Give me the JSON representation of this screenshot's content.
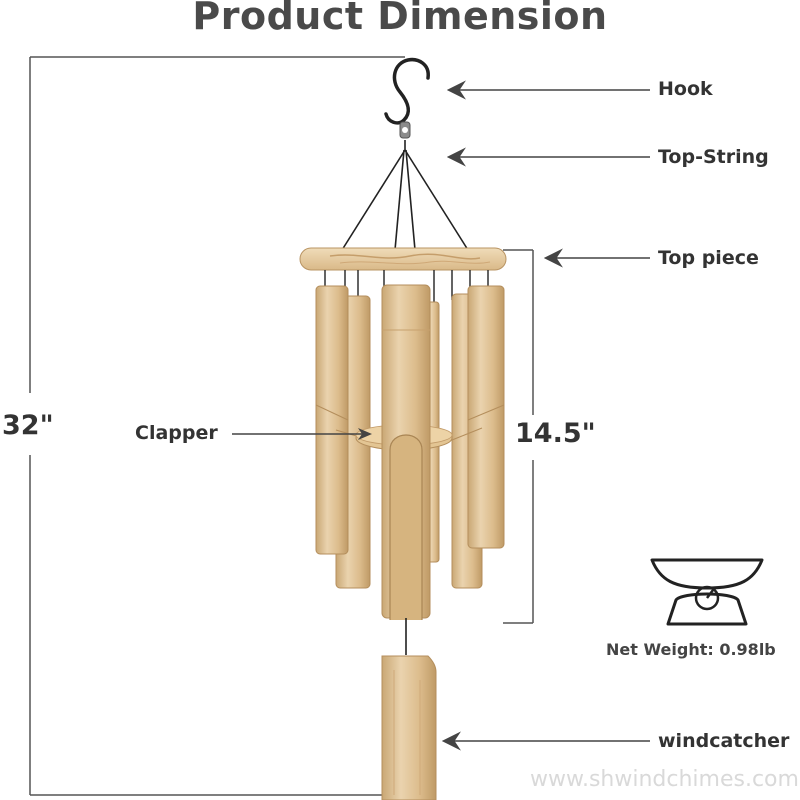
{
  "title": "Product Dimension",
  "labels": {
    "hook": "Hook",
    "top_string": "Top-String",
    "top_piece": "Top piece",
    "clapper": "Clapper",
    "windcatcher": "windcatcher"
  },
  "dimensions": {
    "total_length": "32\"",
    "tube_length": "14.5\""
  },
  "net_weight": "Net Weight: 0.98lb",
  "watermark": "www.shwindchimes.com",
  "colors": {
    "bamboo": "#dfc39a",
    "bamboo_dark": "#c9a774",
    "wood_top": "#e8cfa6",
    "text": "#333333",
    "line": "#555555"
  }
}
